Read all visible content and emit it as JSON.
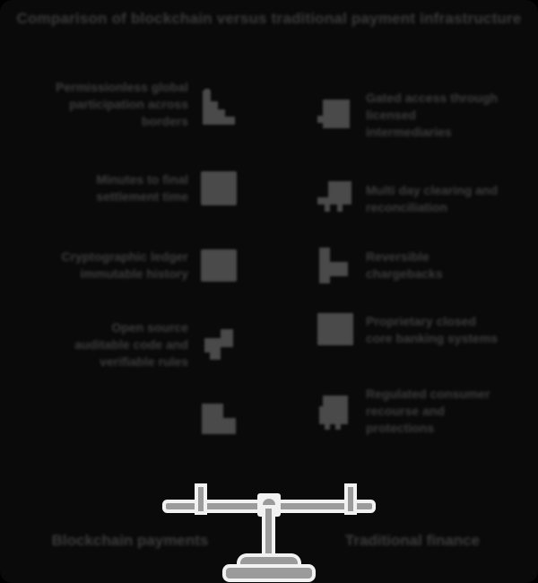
{
  "title": "Comparison of blockchain versus traditional payment infrastructure",
  "background_color": "#0a0a0a",
  "text_color": "#3c3c3c",
  "left_column": {
    "side_caption": "Blockchain payments",
    "pan_color": "#4285dd",
    "items": [
      {
        "label": "Permissionless global participation across borders",
        "icon": "chart-trend-down-icon",
        "icon_name": "chart-trend-down-icon"
      },
      {
        "label": "Minutes to final settlement time",
        "icon": "document-icon",
        "icon_name": "document-icon"
      },
      {
        "label": "Cryptographic ledger immutable history",
        "icon": "card-icon",
        "icon_name": "card-icon"
      },
      {
        "label": "Open source auditable code and verifiable rules",
        "icon": "send-arrow-icon",
        "icon_name": "send-arrow-icon"
      },
      {
        "label": "",
        "icon": "bar-chart-icon",
        "icon_name": "bar-chart-icon"
      }
    ]
  },
  "right_column": {
    "side_caption": "Traditional finance",
    "pan_color": "#e8484a",
    "items": [
      {
        "label": "Gated access through licensed intermediaries",
        "icon": "shield-check-icon",
        "icon_name": "shield-check-icon"
      },
      {
        "label": "Multi day clearing and reconciliation",
        "icon": "bank-columns-icon",
        "icon_name": "bank-columns-icon"
      },
      {
        "label": "Reversible chargebacks",
        "icon": "growth-bars-icon",
        "icon_name": "growth-bars-icon"
      },
      {
        "label": "Proprietary closed core banking systems",
        "icon": "ledger-block-icon",
        "icon_name": "ledger-block-icon"
      },
      {
        "label": "Regulated consumer recourse and protections",
        "icon": "vault-lock-icon",
        "icon_name": "vault-lock-icon"
      }
    ]
  },
  "scale": {
    "name": "balance-scale",
    "left_pan_color": "#4285dd",
    "right_pan_color": "#e8484a",
    "frame_color": "#9b9b9b",
    "outline_color": "#f2f2f2",
    "state": "balanced"
  }
}
